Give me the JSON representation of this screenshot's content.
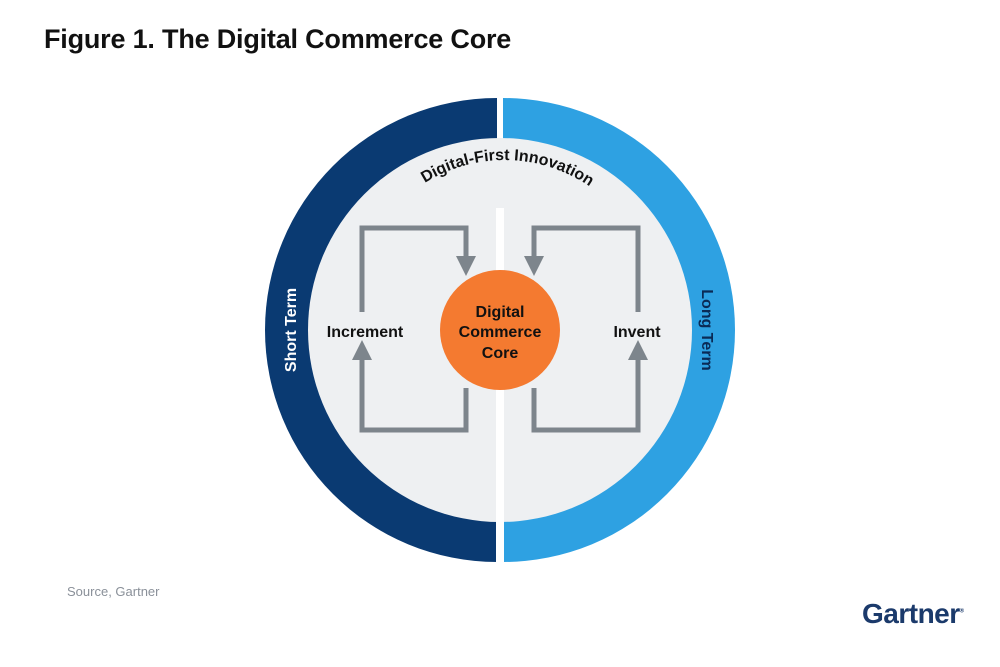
{
  "title": "Figure 1. The Digital Commerce Core",
  "diagram": {
    "arc_label": "Digital-First Innovation",
    "left_ring_label": "Short Term",
    "right_ring_label": "Long Term",
    "left_loop_label": "Increment",
    "right_loop_label": "Invent",
    "core_line1": "Digital",
    "core_line2": "Commerce",
    "core_line3": "Core",
    "colors": {
      "short_term": "#0a3a72",
      "long_term": "#2ea1e2",
      "core": "#f47a30",
      "inner": "#eef0f2",
      "arrows": "#7d858c"
    }
  },
  "source": "Source, Gartner",
  "logo": "Gartner"
}
